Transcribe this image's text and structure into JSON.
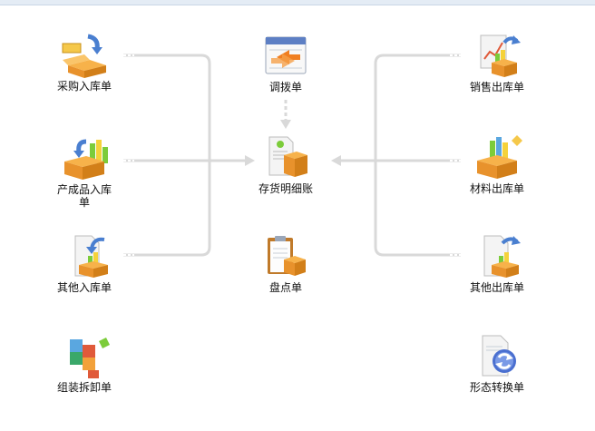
{
  "colors": {
    "connector": "#d9d9d9",
    "box": "#f2a13a",
    "box_dark": "#d27f19",
    "arrow_blue": "#4a7fd0",
    "arrow_orange": "#f07f22",
    "chart_green": "#7ccc3a"
  },
  "tiles": {
    "purchase_in": {
      "label": "采购入库单",
      "icon": "box-with-arrow-icon"
    },
    "product_in": {
      "label": "产成品入库单",
      "icon": "box-with-chart-icon"
    },
    "other_in": {
      "label": "其他入库单",
      "icon": "document-box-arrow-icon"
    },
    "assembly": {
      "label": "组装拆卸单",
      "icon": "colored-blocks-icon"
    },
    "transfer": {
      "label": "调拨单",
      "icon": "transfer-window-icon"
    },
    "ledger": {
      "label": "存货明细账",
      "icon": "ledger-box-icon"
    },
    "stocktake": {
      "label": "盘点单",
      "icon": "clipboard-box-icon"
    },
    "sales_out": {
      "label": "销售出库单",
      "icon": "chart-box-arrow-icon"
    },
    "material_out": {
      "label": "材料出库单",
      "icon": "box-with-bars-icon"
    },
    "other_out": {
      "label": "其他出库单",
      "icon": "document-box-out-icon"
    },
    "form_change": {
      "label": "形态转换单",
      "icon": "document-cycle-icon"
    }
  }
}
